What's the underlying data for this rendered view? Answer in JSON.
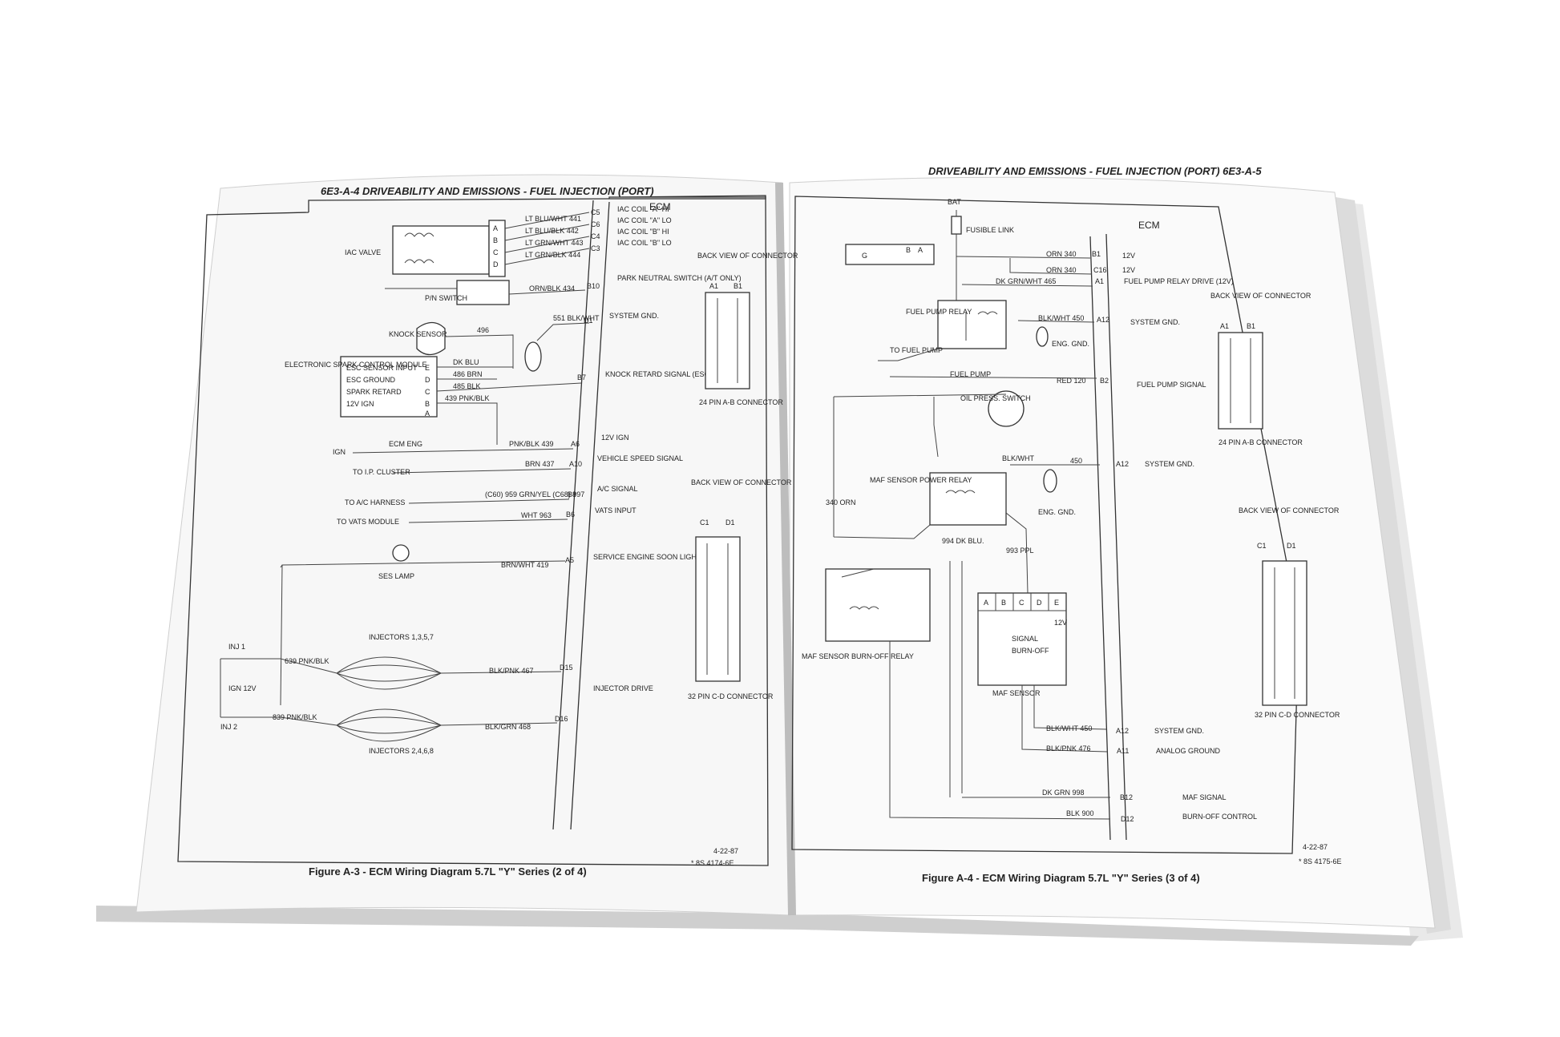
{
  "left_page": {
    "header": "6E3-A-4 DRIVEABILITY AND EMISSIONS - FUEL INJECTION (PORT)",
    "ecm_label": "ECM",
    "iac": {
      "label": "IAC VALVE",
      "wires": [
        "LT BLU/WHT 441",
        "LT BLU/BLK 442",
        "LT GRN/WHT 443",
        "LT GRN/BLK 444"
      ],
      "pins": [
        "A",
        "B",
        "C",
        "D"
      ],
      "ecm_pins": [
        "C5",
        "C6",
        "C4",
        "C3"
      ],
      "ecm_functions": [
        "IAC COIL \"A\" HI",
        "IAC COIL \"A\" LO",
        "IAC COIL \"B\" HI",
        "IAC COIL \"B\" LO"
      ]
    },
    "pn_switch": {
      "label": "P/N SWITCH",
      "wire": "ORN/BLK 434",
      "pin": "B10",
      "function": "PARK NEUTRAL SWITCH (A/T ONLY)"
    },
    "knock": {
      "label": "KNOCK SENSOR",
      "wire": "496",
      "ground_wire": "551 BLK/WHT",
      "gnd_pin": "D1",
      "gnd_function": "SYSTEM GND."
    },
    "esc": {
      "module_label": "ELECTRONIC SPARK CONTROL MODULE",
      "rows": [
        {
          "name": "ESC SENSOR INPUT",
          "pin": "E",
          "wire": "DK BLU"
        },
        {
          "name": "ESC GROUND",
          "pin": "D",
          "wire": "486 BRN"
        },
        {
          "name": "SPARK RETARD",
          "pin": "C",
          "wire": "485 BLK"
        },
        {
          "name": "12V IGN",
          "pin": "B",
          "wire": "439 PNK/BLK"
        },
        {
          "name": "",
          "pin": "A",
          "wire": ""
        }
      ],
      "ecm_pin": "B7",
      "function": "KNOCK RETARD SIGNAL (ESC)"
    },
    "circuits": [
      {
        "source": "IGN",
        "fuse": "ECM ENG",
        "wire": "PNK/BLK 439",
        "pin": "A6",
        "function": "12V IGN"
      },
      {
        "source": "TO I.P. CLUSTER",
        "wire": "BRN 437",
        "pin": "A10",
        "function": "VEHICLE SPEED SIGNAL"
      },
      {
        "source": "TO A/C HARNESS",
        "wire": "(C60) 959 GRN/YEL (C68) 997",
        "pin": "B8",
        "function": "A/C SIGNAL"
      },
      {
        "source": "TO VATS MODULE",
        "wire": "WHT 963",
        "pin": "B6",
        "function": "VATS INPUT"
      }
    ],
    "ses": {
      "label": "SES LAMP",
      "wire": "BRN/WHT 419",
      "pin": "A5",
      "function": "SERVICE ENGINE SOON LIGHT CNTL"
    },
    "injectors": {
      "bank1_label": "INJECTORS 1,3,5,7",
      "bank2_label": "INJECTORS 2,4,6,8",
      "inj1": "INJ 1",
      "inj2": "INJ 2",
      "ign": "IGN 12V",
      "feed1": "639 PNK/BLK",
      "feed2": "839 PNK/BLK",
      "out1": "BLK/PNK 467",
      "pin1": "D15",
      "out2": "BLK/GRN 468",
      "pin2": "D16",
      "function": "INJECTOR DRIVE"
    },
    "connector_ab": {
      "title": "BACK VIEW OF CONNECTOR",
      "tabs": [
        "A1",
        "B1"
      ],
      "label": "24 PIN A-B CONNECTOR"
    },
    "connector_cd": {
      "title": "BACK VIEW OF CONNECTOR",
      "tabs": [
        "C1",
        "D1"
      ],
      "label": "32 PIN C-D CONNECTOR"
    },
    "date": "4-22-87",
    "code": "* 8S 4174-6E",
    "caption": "Figure A-3 - ECM Wiring Diagram 5.7L \"Y\" Series (2 of 4)"
  },
  "right_page": {
    "header": "DRIVEABILITY AND EMISSIONS - FUEL INJECTION (PORT) 6E3-A-5",
    "ecm_label": "ECM",
    "bat": "BAT",
    "fusible": "FUSIBLE LINK",
    "rows": [
      {
        "wire": "ORN 340",
        "pin": "B1",
        "function": "12V"
      },
      {
        "wire": "ORN 340",
        "pin": "C16",
        "function": "12V"
      },
      {
        "wire": "DK GRN/WHT 465",
        "pin": "A1",
        "function": "FUEL PUMP RELAY DRIVE (12V)"
      },
      {
        "wire": "BLK/WHT 450",
        "pin": "A12",
        "function": "SYSTEM GND."
      },
      {
        "wire": "RED 120",
        "pin": "B2",
        "function": "FUEL PUMP SIGNAL"
      },
      {
        "wire": "450",
        "pin": "A12",
        "function": "SYSTEM GND."
      }
    ],
    "alcl_pins": [
      "G",
      "B",
      "A"
    ],
    "fuel_pump_relay": "FUEL PUMP RELAY",
    "to_fuel_pump": "TO FUEL PUMP",
    "fuel_pump": "FUEL PUMP",
    "eng_gnd": "ENG. GND.",
    "oil_switch": "OIL PRESS. SWITCH",
    "maf_power_relay": "MAF SENSOR POWER RELAY",
    "blk_wht": "BLK/WHT",
    "orn340": "340 ORN",
    "dk_blu": "994 DK BLU.",
    "ppl": "993 PPL",
    "burnoff_relay": "MAF SENSOR BURN-OFF RELAY",
    "maf_pins": [
      "A",
      "B",
      "C",
      "D",
      "E"
    ],
    "maf_signal_text": "SIGNAL",
    "maf_burn_text": "BURN-OFF",
    "maf_12v": "12V",
    "maf_sensor": "MAF SENSOR",
    "bottom_rows": [
      {
        "wire": "BLK/WHT 450",
        "pin": "A12",
        "function": "SYSTEM GND."
      },
      {
        "wire": "BLK/PNK 476",
        "pin": "A11",
        "function": "ANALOG GROUND"
      },
      {
        "wire": "DK GRN 998",
        "pin": "B12",
        "function": "MAF SIGNAL"
      },
      {
        "wire": "BLK 900",
        "pin": "D12",
        "function": "BURN-OFF CONTROL"
      }
    ],
    "connector_ab": {
      "title": "BACK VIEW OF CONNECTOR",
      "tabs": [
        "A1",
        "B1"
      ],
      "label": "24 PIN A-B CONNECTOR"
    },
    "connector_cd": {
      "title": "BACK VIEW OF CONNECTOR",
      "tabs": [
        "C1",
        "D1"
      ],
      "label": "32 PIN C-D CONNECTOR"
    },
    "date": "4-22-87",
    "code": "* 8S 4175-6E",
    "caption": "Figure A-4 - ECM Wiring Diagram 5.7L \"Y\" Series (3 of 4)"
  }
}
